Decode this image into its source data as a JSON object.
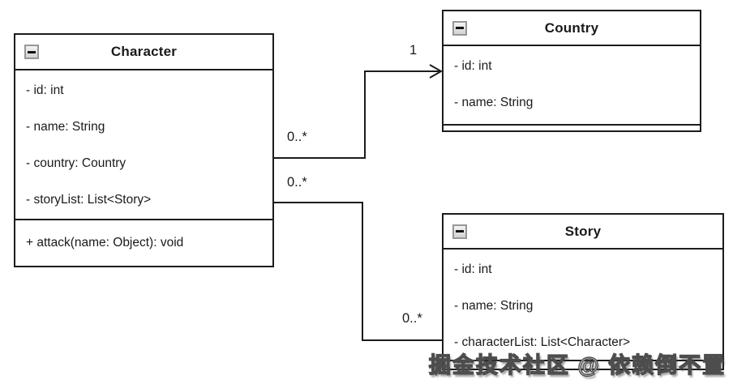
{
  "character": {
    "title": "Character",
    "fields": [
      "- id: int",
      "- name: String",
      "- country: Country",
      "- storyList: List<Story>"
    ],
    "methods": [
      "+ attack(name: Object): void"
    ]
  },
  "country": {
    "title": "Country",
    "fields": [
      "- id: int",
      "- name: String"
    ],
    "methods": []
  },
  "story": {
    "title": "Story",
    "fields": [
      "- id: int",
      "- name: String",
      "- characterList: List<Character>"
    ],
    "methods": []
  },
  "connectors": {
    "character_country": {
      "from_label": "0..*",
      "to_label": "1",
      "arrow": "open-arrowhead-at-country"
    },
    "character_story": {
      "from_label": "0..*",
      "to_label": "0..*",
      "arrow": "none"
    }
  },
  "collapse_icon": "minus-toggle",
  "colors": {
    "line": "#1c1c1c",
    "background": "#ffffff",
    "icon_border": "#979797",
    "icon_fill": "#e3e3e3",
    "watermark_fill": "#ffffff",
    "watermark_outline": "#4d4d4d"
  },
  "watermark": {
    "text": "掘金技术社区 @ 依赖倒不置"
  }
}
